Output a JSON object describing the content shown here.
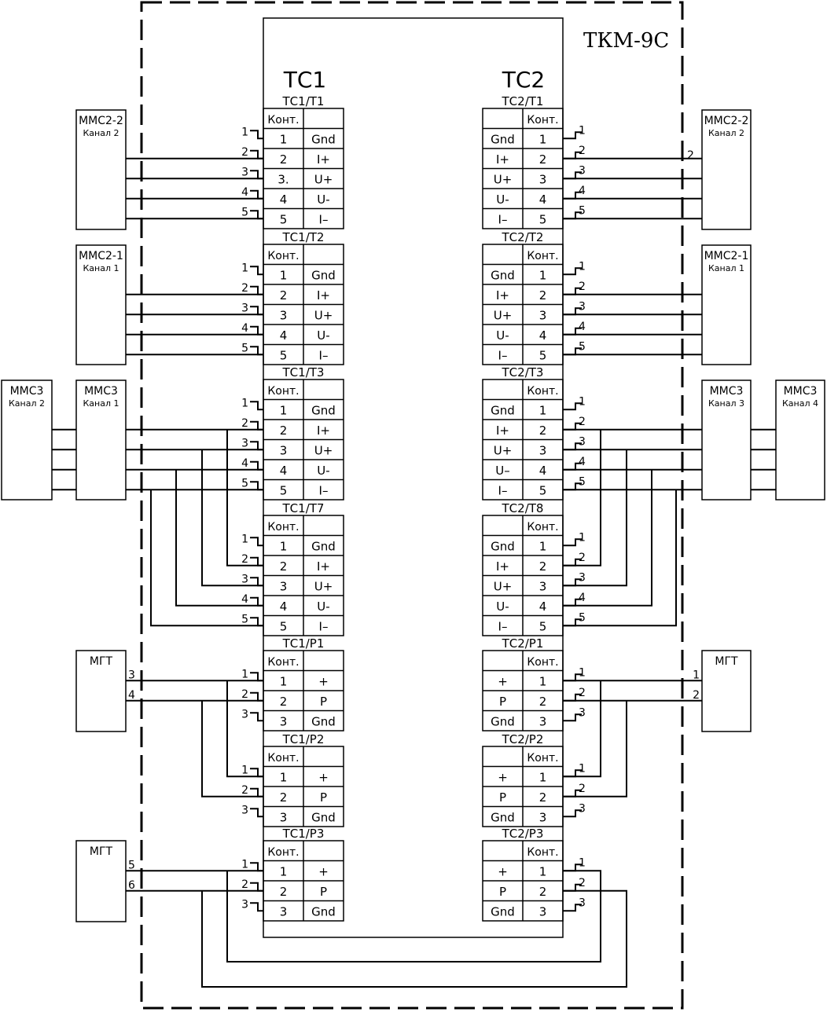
{
  "title": "ТКМ-9С",
  "tc1": {
    "label": "ТС1"
  },
  "tc2": {
    "label": "ТС2"
  },
  "contact_header": "Конт.",
  "tc1_blocks": [
    {
      "title": "ТС1/Т1",
      "rows": [
        [
          "1",
          "Gnd"
        ],
        [
          "2",
          "I+"
        ],
        [
          "3.",
          "U+"
        ],
        [
          "4",
          "U-"
        ],
        [
          "5",
          "I–"
        ]
      ]
    },
    {
      "title": "ТС1/Т2",
      "rows": [
        [
          "1",
          "Gnd"
        ],
        [
          "2",
          "I+"
        ],
        [
          "3",
          "U+"
        ],
        [
          "4",
          "U-"
        ],
        [
          "5",
          "I–"
        ]
      ]
    },
    {
      "title": "ТС1/Т3",
      "rows": [
        [
          "1",
          "Gnd"
        ],
        [
          "2",
          "I+"
        ],
        [
          "3",
          "U+"
        ],
        [
          "4",
          "U-"
        ],
        [
          "5",
          "I–"
        ]
      ]
    },
    {
      "title": "ТС1/Т7",
      "rows": [
        [
          "1",
          "Gnd"
        ],
        [
          "2",
          "I+"
        ],
        [
          "3",
          "U+"
        ],
        [
          "4",
          "U-"
        ],
        [
          "5",
          "I–"
        ]
      ]
    },
    {
      "title": "ТС1/Р1",
      "rows": [
        [
          "1",
          "+"
        ],
        [
          "2",
          "P"
        ],
        [
          "3",
          "Gnd"
        ]
      ]
    },
    {
      "title": "ТС1/Р2",
      "rows": [
        [
          "1",
          "+"
        ],
        [
          "2",
          "P"
        ],
        [
          "3",
          "Gnd"
        ]
      ]
    },
    {
      "title": "ТС1/Р3",
      "rows": [
        [
          "1",
          "+"
        ],
        [
          "2",
          "P"
        ],
        [
          "3",
          "Gnd"
        ]
      ]
    }
  ],
  "tc2_blocks": [
    {
      "title": "ТС2/Т1",
      "rows": [
        [
          "Gnd",
          "1"
        ],
        [
          "I+",
          "2"
        ],
        [
          "U+",
          "3"
        ],
        [
          "U-",
          "4"
        ],
        [
          "I–",
          "5"
        ]
      ]
    },
    {
      "title": "ТС2/Т2",
      "rows": [
        [
          "Gnd",
          "1"
        ],
        [
          "I+",
          "2"
        ],
        [
          "U+",
          "3"
        ],
        [
          "U-",
          "4"
        ],
        [
          "I–",
          "5"
        ]
      ]
    },
    {
      "title": "ТС2/Т3",
      "rows": [
        [
          "Gnd",
          "1"
        ],
        [
          "I+",
          "2"
        ],
        [
          "U+",
          "3"
        ],
        [
          "U–",
          "4"
        ],
        [
          "I–",
          "5"
        ]
      ]
    },
    {
      "title": "ТС2/Т8",
      "rows": [
        [
          "Gnd",
          "1"
        ],
        [
          "I+",
          "2"
        ],
        [
          "U+",
          "3"
        ],
        [
          "U-",
          "4"
        ],
        [
          "I–",
          "5"
        ]
      ]
    },
    {
      "title": "ТС2/Р1",
      "rows": [
        [
          "+",
          "1"
        ],
        [
          "P",
          "2"
        ],
        [
          "Gnd",
          "3"
        ]
      ]
    },
    {
      "title": "ТС2/Р2",
      "rows": [
        [
          "+",
          "1"
        ],
        [
          "P",
          "2"
        ],
        [
          "Gnd",
          "3"
        ]
      ]
    },
    {
      "title": "ТС2/Р3",
      "rows": [
        [
          "+",
          "1"
        ],
        [
          "P",
          "2"
        ],
        [
          "Gnd",
          "3"
        ]
      ]
    }
  ],
  "devices": {
    "mmc22_left": {
      "name": "ММС2-2",
      "channel": "Канал 2"
    },
    "mmc21_left": {
      "name": "ММС2-1",
      "channel": "Канал 1"
    },
    "mmc3_ch2": {
      "name": "ММС3",
      "channel": "Канал 2"
    },
    "mmc3_ch1": {
      "name": "ММС3",
      "channel": "Канал 1"
    },
    "mgt_left_1": {
      "name": "МГТ",
      "pins": [
        "3",
        "4"
      ]
    },
    "mgt_left_2": {
      "name": "МГТ",
      "pins": [
        "5",
        "6"
      ]
    },
    "mmc22_right": {
      "name": "ММС2-2",
      "channel": "Канал 2",
      "pin": "2"
    },
    "mmc21_right": {
      "name": "ММС2-1",
      "channel": "Канал 1"
    },
    "mmc3_ch3": {
      "name": "ММС3",
      "channel": "Канал 3"
    },
    "mmc3_ch4": {
      "name": "ММС3",
      "channel": "Канал 4"
    },
    "mgt_right": {
      "name": "МГТ",
      "pins": [
        "1",
        "2"
      ]
    }
  }
}
